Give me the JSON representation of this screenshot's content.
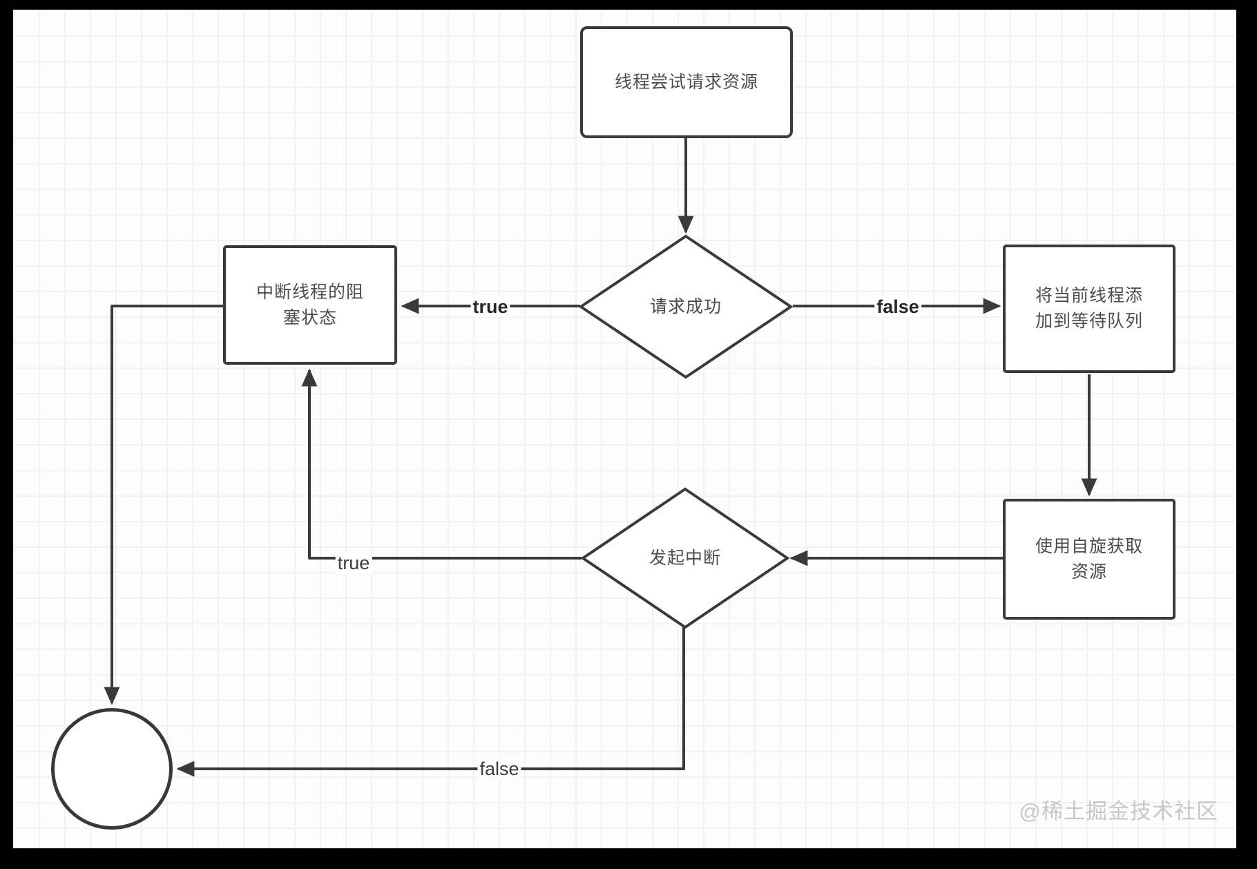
{
  "diagram": {
    "nodes": {
      "start": {
        "label": "线程尝试请求资源"
      },
      "request_decision": {
        "label": "请求成功"
      },
      "interrupt_state": {
        "lines": [
          "中断线程的阻",
          "塞状态"
        ]
      },
      "add_to_queue": {
        "lines": [
          "将当前线程添",
          "加到等待队列"
        ]
      },
      "spin_acquire": {
        "lines": [
          "使用自旋获取",
          "资源"
        ]
      },
      "initiate_interrupt": {
        "label": "发起中断"
      },
      "end": {
        "label": ""
      }
    },
    "edge_labels": {
      "request_true": "true",
      "request_false": "false",
      "interrupt_true": "true",
      "interrupt_false": "false"
    },
    "colors": {
      "stroke": "#3a3a3a",
      "node_text": "#4c4c4c",
      "watermark_text": "#c7c7c9",
      "frame": "#000000",
      "canvas_bg": "#fdfdfe",
      "grid_line": "#f2f2f4"
    },
    "watermark": "@稀土掘金技术社区"
  }
}
